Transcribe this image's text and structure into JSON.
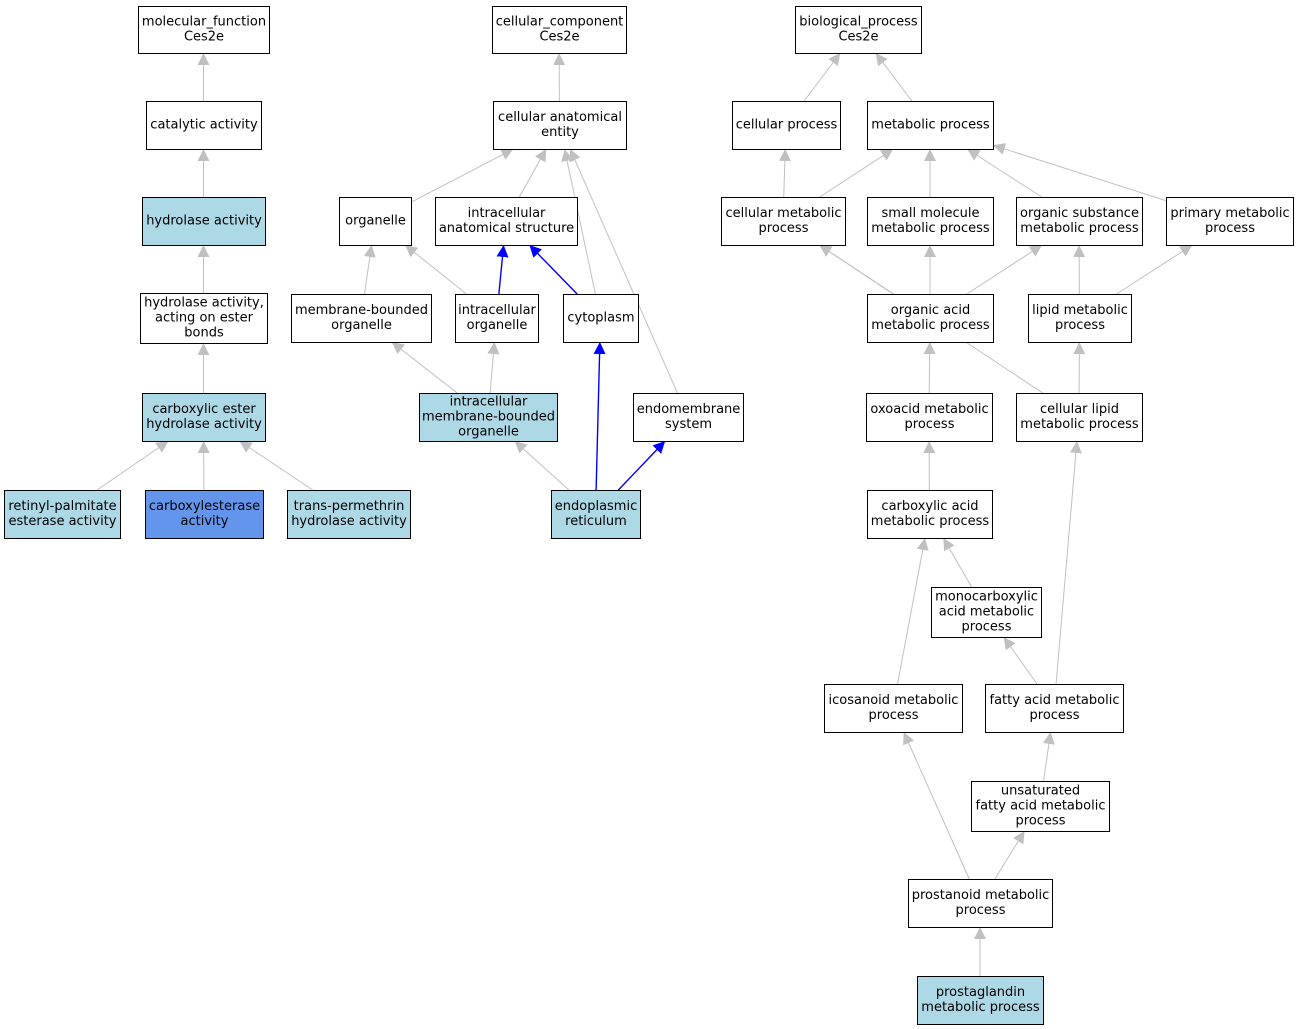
{
  "colors": {
    "plain": "#ffffff",
    "annotated": "#add8e6",
    "term": "#6495ed",
    "edge": "#c0c0c0",
    "path": "#0000ff",
    "border": "#000000"
  },
  "nodes": [
    {
      "id": "mf",
      "lines": [
        "molecular_function",
        "Ces2e"
      ],
      "style": "plain"
    },
    {
      "id": "catalytic",
      "lines": [
        "catalytic activity"
      ],
      "style": "plain"
    },
    {
      "id": "hydrolase",
      "lines": [
        "hydrolase activity"
      ],
      "style": "annotated"
    },
    {
      "id": "hydrolase_ester",
      "lines": [
        "hydrolase activity,",
        "acting on ester",
        "bonds"
      ],
      "style": "plain"
    },
    {
      "id": "carboxylic_ester",
      "lines": [
        "carboxylic ester",
        "hydrolase activity"
      ],
      "style": "annotated"
    },
    {
      "id": "retinyl",
      "lines": [
        "retinyl-palmitate",
        "esterase activity"
      ],
      "style": "annotated"
    },
    {
      "id": "carboxylesterase",
      "lines": [
        "carboxylesterase",
        "activity"
      ],
      "style": "term"
    },
    {
      "id": "permethrin",
      "lines": [
        "trans-permethrin",
        "hydrolase activity"
      ],
      "style": "annotated"
    },
    {
      "id": "cc",
      "lines": [
        "cellular_component",
        "Ces2e"
      ],
      "style": "plain"
    },
    {
      "id": "cae",
      "lines": [
        "cellular anatomical",
        "entity"
      ],
      "style": "plain"
    },
    {
      "id": "organelle",
      "lines": [
        "organelle"
      ],
      "style": "plain"
    },
    {
      "id": "ias",
      "lines": [
        "intracellular",
        "anatomical structure"
      ],
      "style": "plain"
    },
    {
      "id": "mbo",
      "lines": [
        "membrane-bounded",
        "organelle"
      ],
      "style": "plain"
    },
    {
      "id": "io",
      "lines": [
        "intracellular",
        "organelle"
      ],
      "style": "plain"
    },
    {
      "id": "cytoplasm",
      "lines": [
        "cytoplasm"
      ],
      "style": "plain"
    },
    {
      "id": "imbo",
      "lines": [
        "intracellular",
        "membrane-bounded",
        "organelle"
      ],
      "style": "annotated"
    },
    {
      "id": "endomembrane",
      "lines": [
        "endomembrane",
        "system"
      ],
      "style": "plain"
    },
    {
      "id": "er",
      "lines": [
        "endoplasmic",
        "reticulum"
      ],
      "style": "annotated"
    },
    {
      "id": "bp",
      "lines": [
        "biological_process",
        "Ces2e"
      ],
      "style": "plain"
    },
    {
      "id": "cellular_process",
      "lines": [
        "cellular process"
      ],
      "style": "plain"
    },
    {
      "id": "metabolic_process",
      "lines": [
        "metabolic process"
      ],
      "style": "plain"
    },
    {
      "id": "cmp",
      "lines": [
        "cellular metabolic",
        "process"
      ],
      "style": "plain"
    },
    {
      "id": "smmp",
      "lines": [
        "small molecule",
        "metabolic process"
      ],
      "style": "plain"
    },
    {
      "id": "osmp",
      "lines": [
        "organic substance",
        "metabolic process"
      ],
      "style": "plain"
    },
    {
      "id": "pmp",
      "lines": [
        "primary metabolic",
        "process"
      ],
      "style": "plain"
    },
    {
      "id": "oamp",
      "lines": [
        "organic acid",
        "metabolic process"
      ],
      "style": "plain"
    },
    {
      "id": "lmp",
      "lines": [
        "lipid metabolic",
        "process"
      ],
      "style": "plain"
    },
    {
      "id": "oxoacid",
      "lines": [
        "oxoacid metabolic",
        "process"
      ],
      "style": "plain"
    },
    {
      "id": "clmp",
      "lines": [
        "cellular lipid",
        "metabolic process"
      ],
      "style": "plain"
    },
    {
      "id": "camp",
      "lines": [
        "carboxylic acid",
        "metabolic process"
      ],
      "style": "plain"
    },
    {
      "id": "mcamp",
      "lines": [
        "monocarboxylic",
        "acid metabolic",
        "process"
      ],
      "style": "plain"
    },
    {
      "id": "icosanoid",
      "lines": [
        "icosanoid metabolic",
        "process"
      ],
      "style": "plain"
    },
    {
      "id": "fatty",
      "lines": [
        "fatty acid metabolic",
        "process"
      ],
      "style": "plain"
    },
    {
      "id": "ufa",
      "lines": [
        "unsaturated",
        "fatty acid metabolic",
        "process"
      ],
      "style": "plain"
    },
    {
      "id": "prostanoid",
      "lines": [
        "prostanoid metabolic",
        "process"
      ],
      "style": "plain"
    },
    {
      "id": "prostaglandin",
      "lines": [
        "prostaglandin",
        "metabolic process"
      ],
      "style": "annotated"
    }
  ],
  "edges": [
    {
      "from": "catalytic",
      "to": "mf",
      "style": "edge"
    },
    {
      "from": "hydrolase",
      "to": "catalytic",
      "style": "edge"
    },
    {
      "from": "hydrolase_ester",
      "to": "hydrolase",
      "style": "edge"
    },
    {
      "from": "carboxylic_ester",
      "to": "hydrolase_ester",
      "style": "edge"
    },
    {
      "from": "retinyl",
      "to": "carboxylic_ester",
      "style": "edge"
    },
    {
      "from": "carboxylesterase",
      "to": "carboxylic_ester",
      "style": "edge"
    },
    {
      "from": "permethrin",
      "to": "carboxylic_ester",
      "style": "edge"
    },
    {
      "from": "cae",
      "to": "cc",
      "style": "edge"
    },
    {
      "from": "organelle",
      "to": "cae",
      "style": "edge"
    },
    {
      "from": "ias",
      "to": "cae",
      "style": "edge"
    },
    {
      "from": "cytoplasm",
      "to": "cae",
      "style": "edge"
    },
    {
      "from": "endomembrane",
      "to": "cae",
      "style": "edge"
    },
    {
      "from": "mbo",
      "to": "organelle",
      "style": "edge"
    },
    {
      "from": "io",
      "to": "organelle",
      "style": "edge"
    },
    {
      "from": "io",
      "to": "ias",
      "style": "path"
    },
    {
      "from": "cytoplasm",
      "to": "ias",
      "style": "path"
    },
    {
      "from": "imbo",
      "to": "mbo",
      "style": "edge"
    },
    {
      "from": "imbo",
      "to": "io",
      "style": "edge"
    },
    {
      "from": "er",
      "to": "imbo",
      "style": "edge"
    },
    {
      "from": "er",
      "to": "cytoplasm",
      "style": "path"
    },
    {
      "from": "er",
      "to": "endomembrane",
      "style": "path"
    },
    {
      "from": "cellular_process",
      "to": "bp",
      "style": "edge"
    },
    {
      "from": "metabolic_process",
      "to": "bp",
      "style": "edge"
    },
    {
      "from": "cmp",
      "to": "cellular_process",
      "style": "edge"
    },
    {
      "from": "cmp",
      "to": "metabolic_process",
      "style": "edge"
    },
    {
      "from": "smmp",
      "to": "metabolic_process",
      "style": "edge"
    },
    {
      "from": "osmp",
      "to": "metabolic_process",
      "style": "edge"
    },
    {
      "from": "pmp",
      "to": "metabolic_process",
      "style": "edge"
    },
    {
      "from": "oamp",
      "to": "cmp",
      "style": "edge"
    },
    {
      "from": "oamp",
      "to": "smmp",
      "style": "edge"
    },
    {
      "from": "oamp",
      "to": "osmp",
      "style": "edge"
    },
    {
      "from": "lmp",
      "to": "osmp",
      "style": "edge"
    },
    {
      "from": "lmp",
      "to": "pmp",
      "style": "edge"
    },
    {
      "from": "oxoacid",
      "to": "oamp",
      "style": "edge"
    },
    {
      "from": "clmp",
      "to": "lmp",
      "style": "edge"
    },
    {
      "from": "clmp",
      "to": "cmp",
      "style": "edge"
    },
    {
      "from": "camp",
      "to": "oxoacid",
      "style": "edge"
    },
    {
      "from": "mcamp",
      "to": "camp",
      "style": "edge"
    },
    {
      "from": "icosanoid",
      "to": "camp",
      "style": "edge"
    },
    {
      "from": "fatty",
      "to": "mcamp",
      "style": "edge"
    },
    {
      "from": "fatty",
      "to": "clmp",
      "style": "edge"
    },
    {
      "from": "ufa",
      "to": "fatty",
      "style": "edge"
    },
    {
      "from": "prostanoid",
      "to": "icosanoid",
      "style": "edge"
    },
    {
      "from": "prostanoid",
      "to": "ufa",
      "style": "edge"
    },
    {
      "from": "prostaglandin",
      "to": "prostanoid",
      "style": "edge"
    }
  ]
}
